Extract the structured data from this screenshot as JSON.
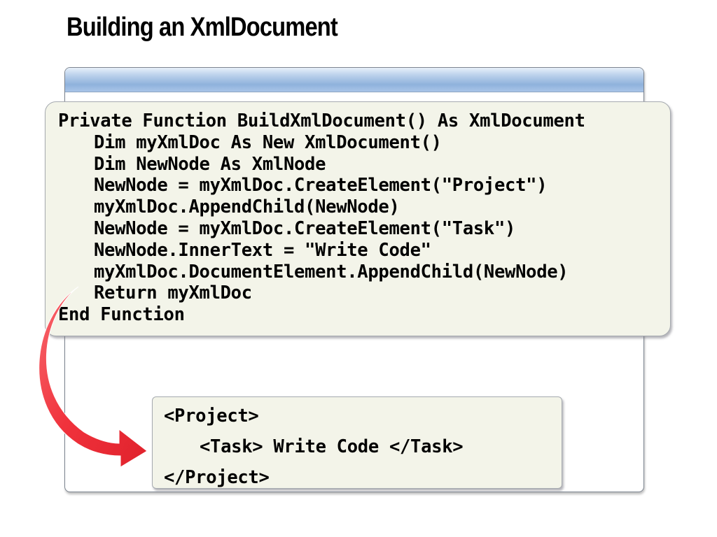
{
  "slide": {
    "title": "Building an XmlDocument"
  },
  "code": {
    "lines": [
      {
        "text": "Private Function BuildXmlDocument() As XmlDocument",
        "indent": 0
      },
      {
        "text": "Dim myXmlDoc As New XmlDocument()",
        "indent": 1
      },
      {
        "text": "Dim NewNode As XmlNode",
        "indent": 1
      },
      {
        "text": "NewNode = myXmlDoc.CreateElement(\"Project\")",
        "indent": 1
      },
      {
        "text": "myXmlDoc.AppendChild(NewNode)",
        "indent": 1
      },
      {
        "text": "NewNode = myXmlDoc.CreateElement(\"Task\")",
        "indent": 1
      },
      {
        "text": "NewNode.InnerText = \"Write Code\"",
        "indent": 1
      },
      {
        "text": "myXmlDoc.DocumentElement.AppendChild(NewNode)",
        "indent": 1
      },
      {
        "text": "Return myXmlDoc",
        "indent": 1
      },
      {
        "text": "End Function",
        "indent": 0
      }
    ]
  },
  "output": {
    "lines": [
      {
        "text": "<Project>",
        "indent": 0
      },
      {
        "text": "<Task> Write Code </Task>",
        "indent": 1
      },
      {
        "text": "</Project>",
        "indent": 0
      }
    ]
  },
  "colors": {
    "arrow": "#f0323c",
    "box_fill": "#f3f4e9",
    "header_blue": "#8fb2dc"
  },
  "icons": {
    "arrow": "curved-arrow-icon"
  }
}
